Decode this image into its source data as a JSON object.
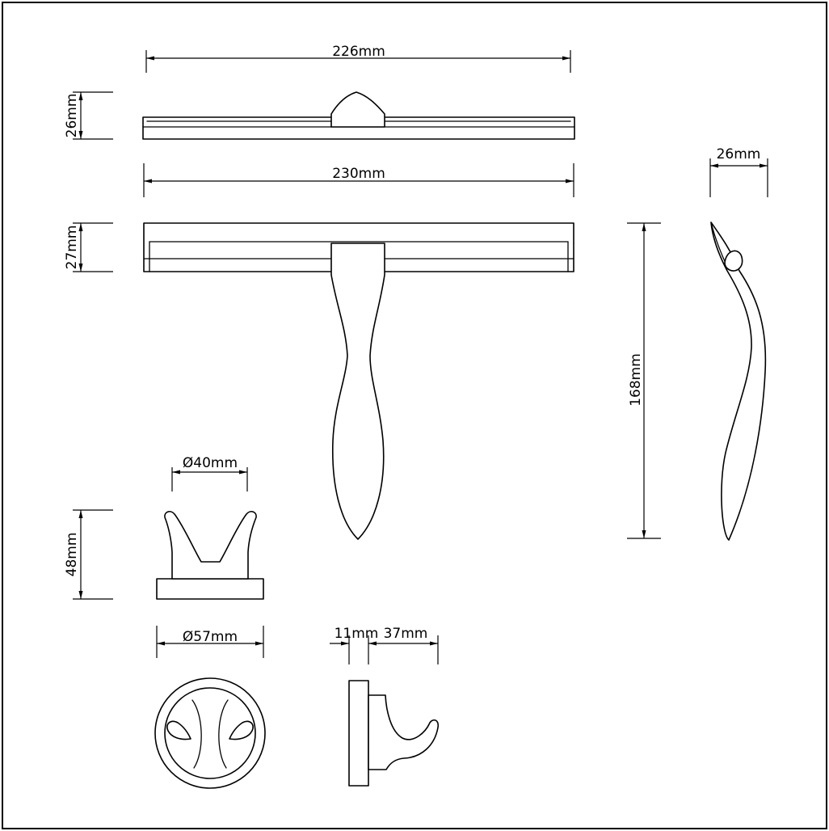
{
  "dimensions": {
    "squeegee_top_width": "226mm",
    "squeegee_top_height": "26mm",
    "squeegee_front_width": "230mm",
    "squeegee_front_height": "27mm",
    "squeegee_side_depth": "26mm",
    "squeegee_side_height": "168mm",
    "holder_inner_diameter": "Ø40mm",
    "holder_height": "48mm",
    "holder_outer_diameter": "Ø57mm",
    "hook_base_depth": "11mm",
    "hook_projection": "37mm"
  }
}
